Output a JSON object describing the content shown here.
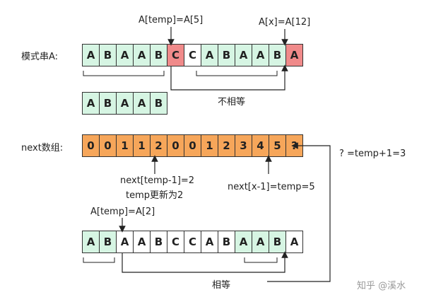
{
  "labels": {
    "pattern_row_title": "模式串A:",
    "next_row_title": "next数组:",
    "top_temp": "A[temp]=A[5]",
    "top_x": "A[x]=A[12]",
    "not_equal": "不相等",
    "next_temp_line1": "next[temp-1]=2",
    "next_temp_line2": "temp更新为2",
    "next_x": "next[x-1]=temp=5",
    "question": "? =temp+1=3",
    "bottom_temp": "A[temp]=A[2]",
    "equal": "相等",
    "watermark": "知乎 @溪水"
  },
  "pattern": {
    "cells": [
      "A",
      "B",
      "A",
      "A",
      "B",
      "C",
      "C",
      "A",
      "B",
      "A",
      "A",
      "B",
      "A"
    ],
    "colors": [
      "g",
      "g",
      "g",
      "g",
      "g",
      "r",
      "w",
      "g",
      "g",
      "g",
      "g",
      "g",
      "r"
    ]
  },
  "prefix": {
    "cells": [
      "A",
      "B",
      "A",
      "A",
      "B"
    ],
    "colors": [
      "g",
      "g",
      "g",
      "g",
      "g"
    ]
  },
  "next": {
    "cells": [
      "0",
      "0",
      "1",
      "1",
      "2",
      "0",
      "0",
      "1",
      "2",
      "3",
      "4",
      "5",
      "?"
    ],
    "colors": [
      "o",
      "o",
      "o",
      "o",
      "o",
      "o",
      "o",
      "o",
      "o",
      "o",
      "o",
      "o",
      "o"
    ]
  },
  "bottom": {
    "cells": [
      "A",
      "B",
      "A",
      "A",
      "B",
      "C",
      "C",
      "A",
      "B",
      "A",
      "A",
      "B",
      "A"
    ],
    "colors": [
      "g",
      "g",
      "w",
      "w",
      "w",
      "w",
      "w",
      "w",
      "w",
      "g",
      "g",
      "g",
      "w"
    ]
  },
  "colors": {
    "green": "#d6f5e3",
    "red": "#f08a8a",
    "orange": "#f6a65a"
  }
}
